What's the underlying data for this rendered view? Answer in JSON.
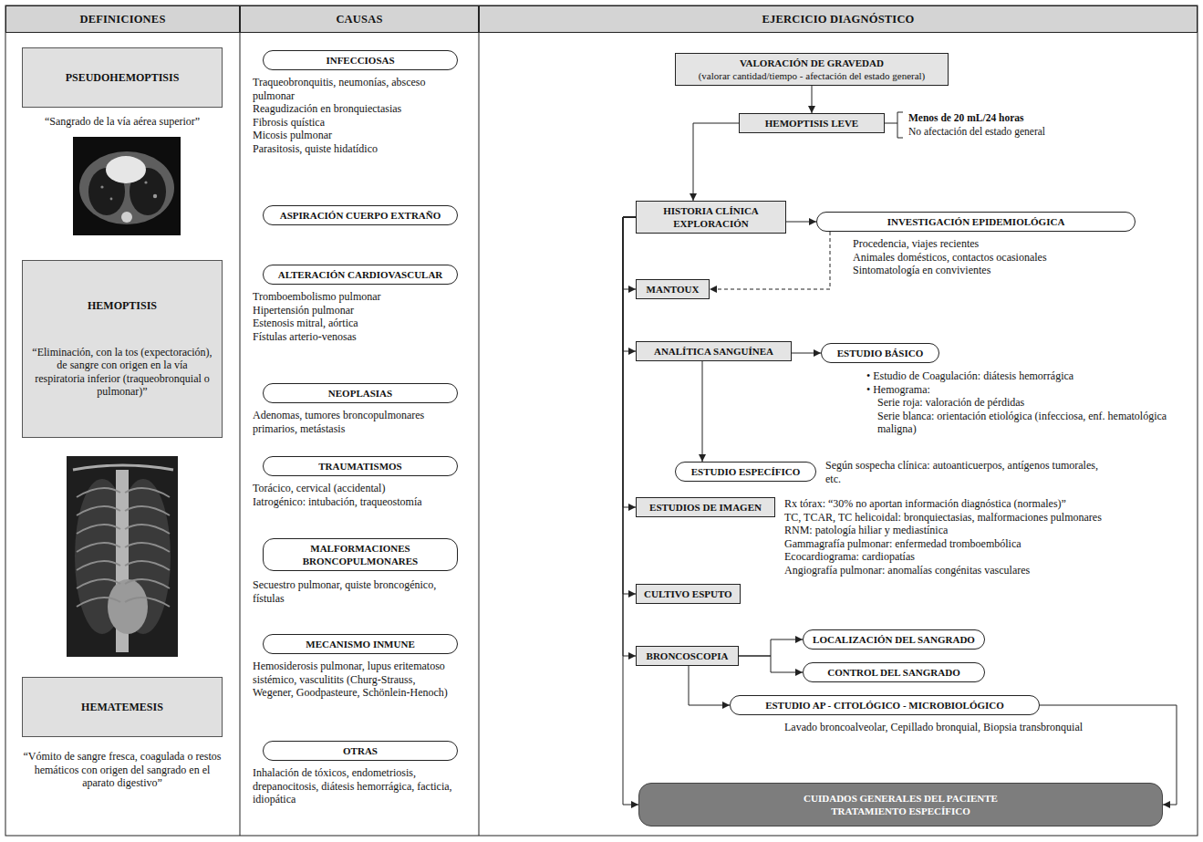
{
  "diagram": {
    "nodes": [
      {
        "text": [
          "DEFINICIONES"
        ]
      },
      {
        "text": [
          "CAUSAS"
        ]
      },
      {
        "text": [
          "EJERCICIO DIAGNÓSTICO"
        ]
      },
      {
        "text": [
          "PSEUDOHEMOPTISIS"
        ]
      },
      {
        "text": [
          "HEMOPTISIS",
          "“Eliminación, con la tos (expectoración), de sangre con origen en la vía respiratoria inferior (traqueobronquial o pulmonar)”"
        ]
      },
      {
        "text": [
          "HEMATEMESIS"
        ]
      },
      {
        "text": [
          "INFECCIOSAS"
        ]
      },
      {
        "text": [
          "ASPIRACIÓN CUERPO EXTRAÑO"
        ]
      },
      {
        "text": [
          "ALTERACIÓN CARDIOVASCULAR"
        ]
      },
      {
        "text": [
          "NEOPLASIAS"
        ]
      },
      {
        "text": [
          "TRAUMATISMOS"
        ]
      },
      {
        "text": [
          "MALFORMACIONES BRONCOPULMONARES"
        ]
      },
      {
        "text": [
          "MECANISMO INMUNE"
        ]
      },
      {
        "text": [
          "OTRAS"
        ]
      },
      {
        "text": [
          "VALORACIÓN DE GRAVEDAD",
          "(valorar cantidad/tiempo - afectación del estado general)"
        ]
      },
      {
        "text": [
          "HEMOPTISIS LEVE"
        ]
      },
      {
        "text": [
          "HISTORIA CLÍNICA EXPLORACIÓN"
        ]
      },
      {
        "text": [
          "INVESTIGACIÓN EPIDEMIOLÓGICA"
        ]
      },
      {
        "text": [
          "MANTOUX"
        ]
      },
      {
        "text": [
          "ANALÍTICA SANGUÍNEA"
        ]
      },
      {
        "text": [
          "ESTUDIO BÁSICO"
        ]
      },
      {
        "text": [
          "ESTUDIO ESPECÍFICO"
        ]
      },
      {
        "text": [
          "ESTUDIOS DE IMAGEN"
        ]
      },
      {
        "text": [
          "CULTIVO ESPUTO"
        ]
      },
      {
        "text": [
          "BRONCOSCOPIA"
        ]
      },
      {
        "text": [
          "LOCALIZACIÓN DEL SANGRADO"
        ]
      },
      {
        "text": [
          "CONTROL DEL SANGRADO"
        ]
      },
      {
        "text": [
          "ESTUDIO AP - CITOLÓGICO - MICROBIOLÓGICO"
        ]
      },
      {
        "text": [
          "CUIDADOS GENERALES DEL PACIENTE TRATAMIENTO ESPECÍFICO"
        ]
      }
    ],
    "edges": [
      {
        "from": 14,
        "to": 15,
        "arrow": "to"
      },
      {
        "from": 15,
        "to": 16,
        "arrow": "to"
      },
      {
        "from": 16,
        "to": 17,
        "arrow": "to"
      },
      {
        "from": 17,
        "to": 18,
        "arrow": "to"
      },
      {
        "from": 16,
        "to": 18,
        "arrow": "to"
      },
      {
        "from": 16,
        "to": 19,
        "arrow": "to"
      },
      {
        "from": 16,
        "to": 22,
        "arrow": "to"
      },
      {
        "from": 16,
        "to": 23,
        "arrow": "to"
      },
      {
        "from": 16,
        "to": 24,
        "arrow": "to"
      },
      {
        "from": 16,
        "to": 28,
        "arrow": "to"
      },
      {
        "from": 19,
        "to": 20,
        "arrow": "to"
      },
      {
        "from": 19,
        "to": 21,
        "arrow": "to"
      },
      {
        "from": 24,
        "to": 25,
        "arrow": "to"
      },
      {
        "from": 24,
        "to": 26,
        "arrow": "to"
      },
      {
        "from": 24,
        "to": 27,
        "arrow": "to"
      },
      {
        "from": 27,
        "to": 28,
        "arrow": "to"
      }
    ],
    "labels": [
      "“Sangrado de la vía aérea superior”",
      "“Vómito de sangre fresca, coagulada o restos hemáticos con origen del sangrado en el aparato digestivo”",
      "Traqueobronquitis, neumonías, absceso pulmonar",
      "Reagudización en bronquiectasias",
      "Fibrosis quística",
      "Micosis pulmonar",
      "Parasitosis, quiste hidatídico",
      "Tromboembolismo pulmonar",
      "Hipertensión pulmonar",
      "Estenosis mitral, aórtica",
      "Fístulas arterio-venosas",
      "Adenomas, tumores broncopulmonares primarios, metástasis",
      "Torácico, cervical (accidental)",
      "Iatrogénico: intubación, traqueostomía",
      "Secuestro pulmonar, quiste broncogénico, fístulas",
      "Hemosiderosis pulmonar, lupus eritematoso sistémico, vasculitits (Churg-Strauss, Wegener, Goodpasteure, Schönlein-Henoch)",
      "Inhalación de tóxicos, endometriosis, drepanocitosis, diátesis hemorrágica, facticia, idiopática",
      "Menos de 20 mL/24 horas",
      "No afectación del estado general",
      "Procedencia, viajes recientes",
      "Animales domésticos, contactos ocasionales",
      "Sintomatología en convivientes",
      "• Estudio de Coagulación: diátesis hemorrágica",
      "• Hemograma:",
      "Serie roja: valoración de pérdidas",
      "Serie blanca: orientación etiológica (infecciosa, enf. hematológica maligna)",
      "Según sospecha clínica: autoanticuerpos, antígenos tumorales, etc.",
      "Rx tórax: “30% no aportan información diagnóstica (normales)”",
      "TC, TCAR, TC helicoidal: bronquiectasias, malformaciones pulmonares",
      "RNM: patología hiliar y mediastínica",
      "Gammagrafía pulmonar: enfermedad tromboembólica",
      "Ecocardiograma: cardiopatías",
      "Angiografía pulmonar: anomalías congénitas vasculares",
      "Lavado broncoalveolar, Cepillado bronquial, Biopsia transbronquial"
    ]
  }
}
